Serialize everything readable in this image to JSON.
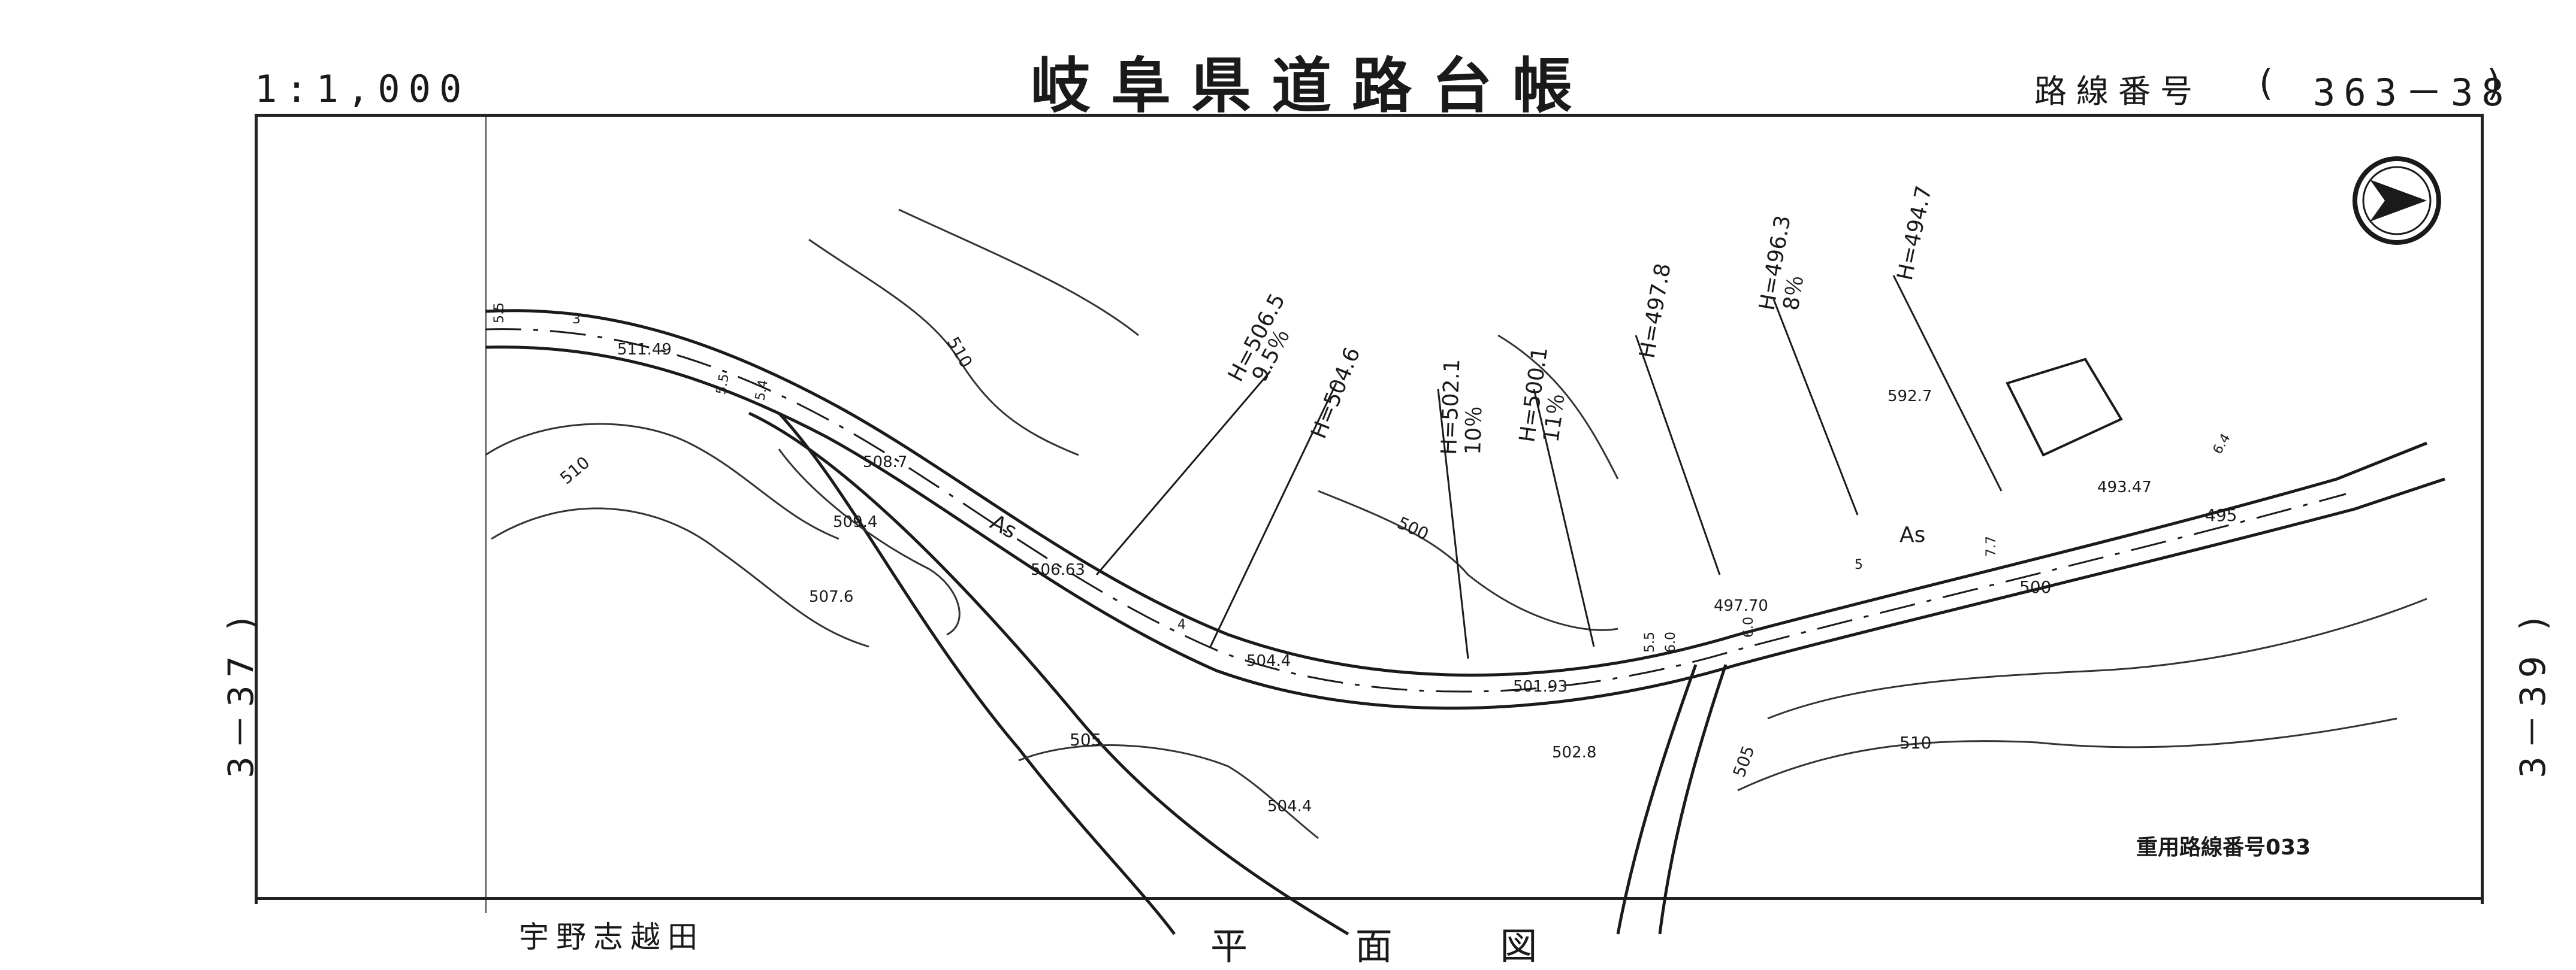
{
  "header": {
    "scale": "1:1,000",
    "title": "岐阜県道路台帳",
    "route_label": "路線番号",
    "route_open": "(",
    "route_number": "363－38",
    "route_close": ")"
  },
  "sides": {
    "left": "3－37 )",
    "right": "3－39 )"
  },
  "bottom": {
    "place_name": "宇野志越田",
    "caption": "平 面 図"
  },
  "map": {
    "road_code": "重用路線番号033",
    "surface_labels": [
      "As",
      "As"
    ],
    "height_labels": [
      "H=506.5",
      "H=504.6",
      "H=502.1",
      "H=500.1",
      "H=497.8",
      "H=496.3",
      "H=494.7"
    ],
    "grade_labels": [
      "9.5％",
      "10％",
      "11％",
      "8％"
    ],
    "elevation_points": [
      "511.49",
      "508.7",
      "509.4",
      "507.6",
      "506.63",
      "504.4",
      "501.93",
      "502.8",
      "504.4",
      "497.70",
      "592.7",
      "493.47"
    ],
    "contour_labels": [
      "510",
      "510",
      "500",
      "505",
      "505",
      "510",
      "500",
      "495"
    ],
    "width_labels": [
      "5.5",
      "5.5",
      "5.4",
      "3",
      "4",
      "5.5",
      "6.0",
      "6.0",
      "5",
      "7.7",
      "6.4"
    ],
    "north_arrow": "north-arrow"
  },
  "colors": {
    "ink": "#1a1a1a",
    "paper": "#ffffff"
  }
}
